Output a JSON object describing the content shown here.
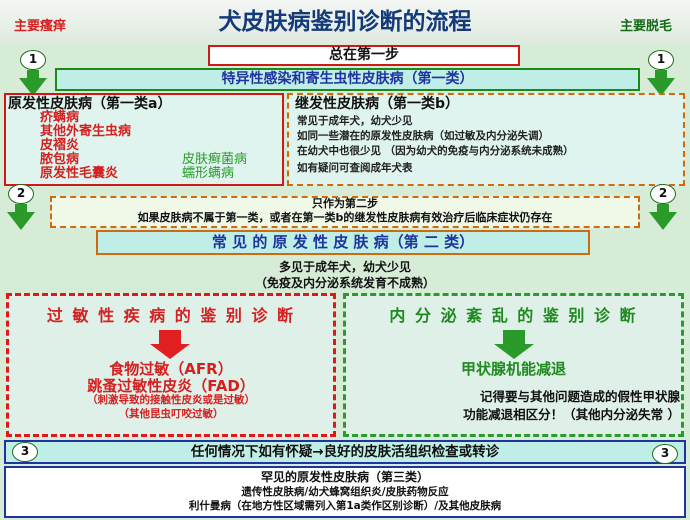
{
  "header": {
    "title": "犬皮肤病鉴别诊断的流程",
    "left_label": "主要瘙痒",
    "right_label": "主要脱毛"
  },
  "step_one": {
    "label": "总在第一步",
    "badge": "1",
    "category_title": "特异性感染和寄生虫性皮肤病（第一类）"
  },
  "primary": {
    "heading": "原发性皮肤病（第一类a）",
    "red_items": [
      "疥螨病",
      "其他外寄生虫病",
      "皮褶炎",
      "脓包病",
      "原发性毛囊炎"
    ],
    "green_items": [
      "皮肤癣菌病",
      "蠕形螨病"
    ]
  },
  "secondary": {
    "heading": "继发性皮肤病（第一类b）",
    "lines": [
      "常见于成年犬，幼犬少见",
      "如同一些潜在的原发性皮肤病（如过敏及内分泌失调）",
      "在幼犬中也很少见 （因为幼犬的免疫与内分泌系统未成熟）",
      "如有疑问可查阅成年犬表"
    ]
  },
  "step_two": {
    "badge": "2",
    "line1": "只作为第二步",
    "line2": "如果皮肤病不属于第一类，或者在第一类b的继发性皮肤病有效治疗后临床症状仍存在"
  },
  "common": {
    "title": "常 见 的 原 发 性 皮 肤 病（第 二 类）",
    "line1": "多见于成年犬，幼犬少见",
    "line2": "（免疫及内分泌系统发育不成熟）"
  },
  "allergy": {
    "heading": "过 敏 性 疾 病 的 鉴 别 诊 断",
    "item1": "食物过敏（AFR）",
    "item2": "跳蚤过敏性皮炎（FAD）",
    "note1": "（刺激导致的接触性皮炎或是过敏）",
    "note2": "（其他昆虫叮咬过敏）"
  },
  "endocrine": {
    "heading": "内 分 泌 紊 乱 的 鉴 别 诊 断",
    "item1": "甲状腺机能减退",
    "note1": "记得要与其他问题造成的假性甲状腺",
    "note2": "功能减退相区分！（其他内分泌失常 ）"
  },
  "step_three": {
    "badge": "3",
    "biopsy_text": "任何情况下如有怀疑→良好的皮肤活组织检查或转诊",
    "rare_title": "罕见的原发性皮肤病（第三类）",
    "rare_line1": "遗传性皮肤病/幼犬蜂窝组织炎/皮肤药物反应",
    "rare_line2": "利什曼病（在地方性区域需列入第1a类作区别诊断）/及其他皮肤病"
  },
  "colors": {
    "red": "#d42020",
    "green": "#2a9a2a",
    "blue": "#1f34a0",
    "teal_fill": "#bfeee6"
  }
}
